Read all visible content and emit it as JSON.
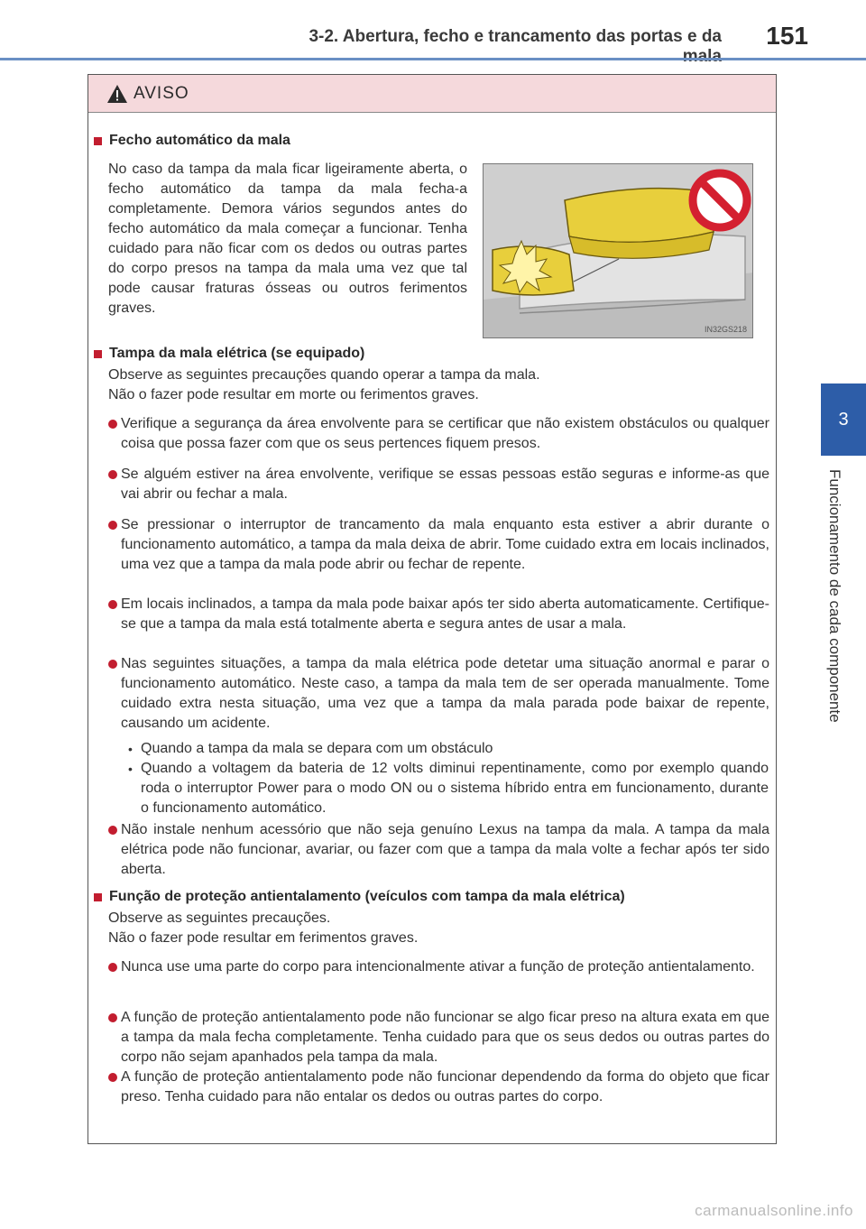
{
  "header": {
    "section_title": "3-2. Abertura, fecho e trancamento das portas e da mala",
    "page_number": "151"
  },
  "side_tab": {
    "chapter_number": "3",
    "chapter_label": "Funcionamento de cada componente"
  },
  "warning": {
    "label": "AVISO",
    "sections": [
      {
        "title": "Fecho automático da mala",
        "text": "No caso da tampa da mala ficar ligeiramente aberta, o fecho automático da tampa da mala fecha-a completamente. Demora vários segundos antes do fecho automático da mala começar a funcionar. Tenha cuidado para não ficar com os dedos ou outras partes do corpo presos na tampa da mala uma vez que tal pode causar fraturas ósseas ou outros ferimentos graves.",
        "figure_code": "IN32GS218"
      },
      {
        "title": "Tampa da mala elétrica (se equipado)",
        "intro_1": "Observe as seguintes precauções quando operar a tampa da mala.",
        "intro_2": "Não o fazer pode resultar em morte ou ferimentos graves.",
        "bullets": [
          "Verifique a segurança da área envolvente para se certificar que não existem obstáculos ou qualquer coisa que possa fazer com que os seus pertences fiquem presos.",
          "Se alguém estiver na área envolvente, verifique se essas pessoas estão seguras e informe-as que vai abrir ou fechar a mala.",
          "Se pressionar o interruptor de trancamento da mala enquanto esta estiver a abrir durante o funcionamento automático, a tampa da mala deixa de abrir. Tome cuidado extra em locais inclinados, uma vez que a tampa da mala pode abrir ou fechar de repente.",
          "Em locais inclinados, a tampa da mala pode baixar após ter sido aberta automaticamente. Certifique-se que a tampa da mala está totalmente aberta e segura antes de usar a mala.",
          "Nas seguintes situações, a tampa da mala elétrica pode detetar uma situação anormal e parar o funcionamento automático. Neste caso, a tampa da mala tem de ser operada manualmente. Tome cuidado extra nesta situação, uma vez que a tampa da mala parada pode baixar de repente, causando um acidente.",
          "Não instale nenhum acessório que não seja genuíno Lexus na tampa da mala. A tampa da mala elétrica pode não funcionar, avariar, ou fazer com que a tampa da mala volte a fechar após ter sido aberta."
        ],
        "sub_items": [
          "Quando a tampa da mala se depara com um obstáculo",
          "Quando a voltagem da bateria de 12 volts diminui repentinamente, como por exemplo quando roda o interruptor Power para o modo ON ou o sistema híbrido entra em funcionamento, durante o funcionamento automático."
        ]
      },
      {
        "title": "Função de proteção antientalamento (veículos com tampa da mala elétrica)",
        "intro_1": "Observe as seguintes precauções.",
        "intro_2": "Não o fazer pode resultar em ferimentos graves.",
        "bullets": [
          "Nunca use uma parte do corpo para intencionalmente ativar a função de proteção antientalamento.",
          "A função de proteção antientalamento pode não funcionar se algo ficar preso na altura exata em que a tampa da mala fecha completamente. Tenha cuidado para que os seus dedos ou outras partes do corpo não sejam apanhados pela tampa da mala.",
          "A função de proteção antientalamento pode não funcionar dependendo da forma do objeto que ficar preso. Tenha cuidado para não entalar os dedos ou outras partes do corpo."
        ]
      }
    ]
  },
  "watermark": "carmanualsonline.info",
  "colors": {
    "accent_blue": "#2d5da8",
    "bullet_red": "#c21d2f",
    "warning_header_bg": "#f5d9dc",
    "figure_yellow": "#e8cf3c"
  }
}
